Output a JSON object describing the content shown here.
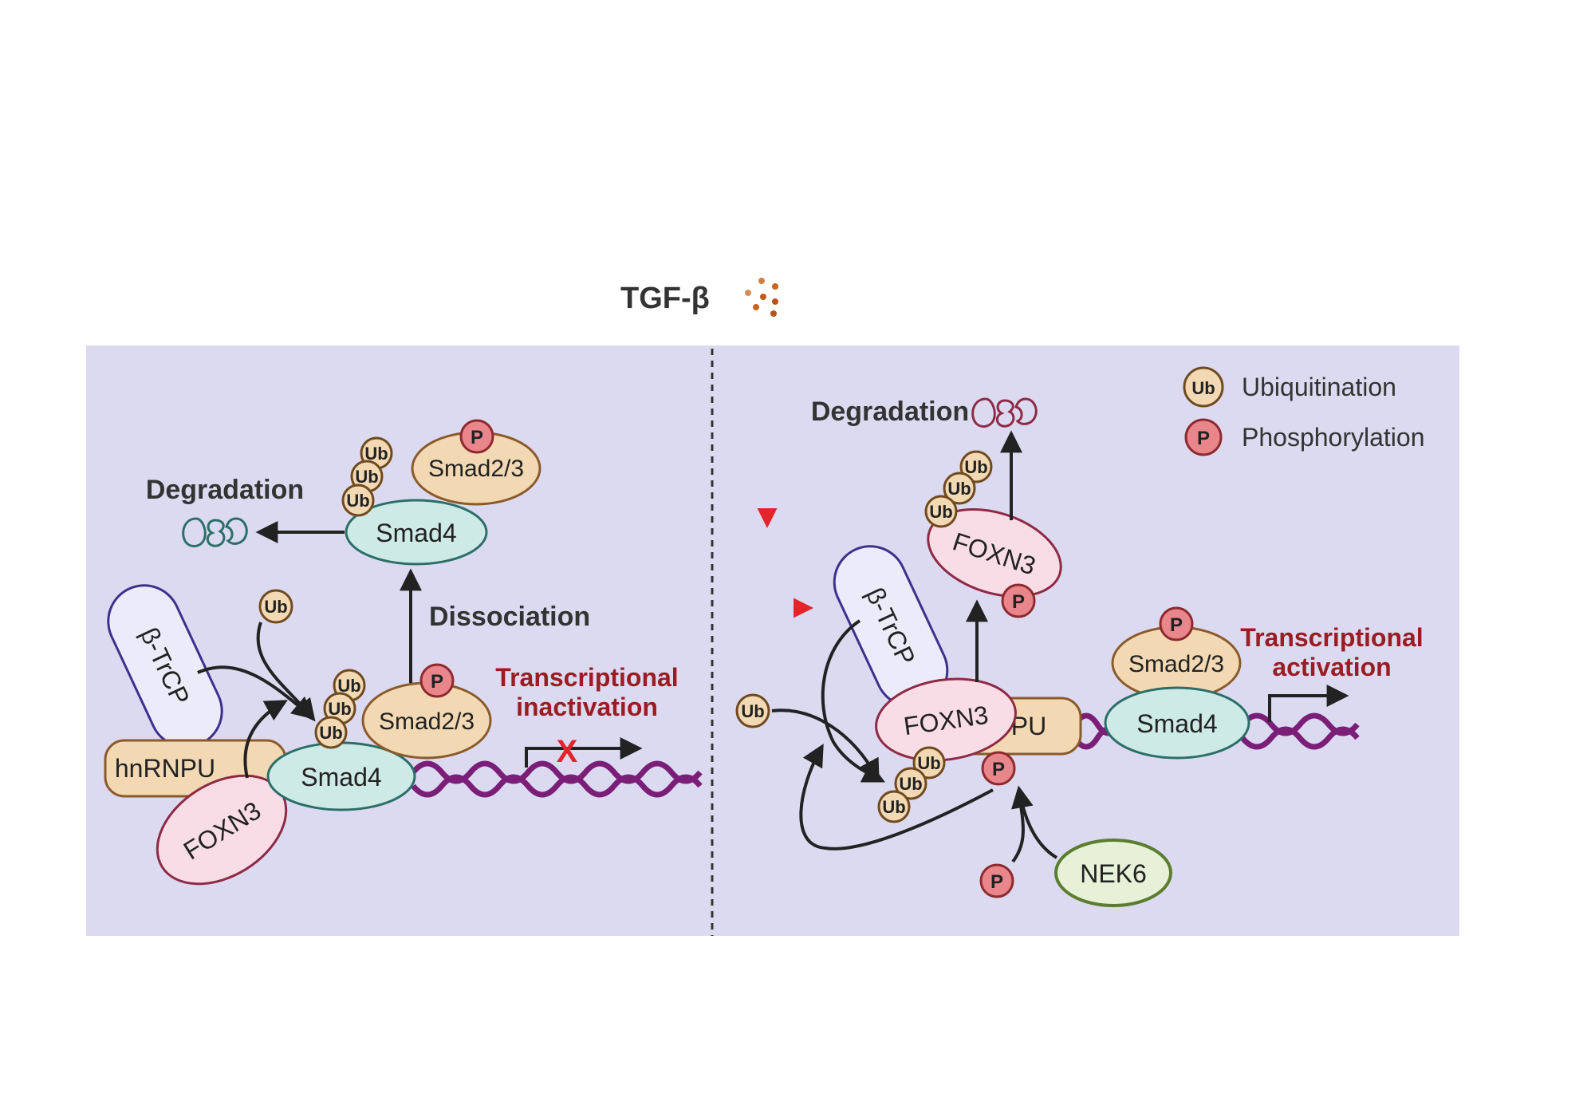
{
  "stimulus": {
    "label": "TGF-β"
  },
  "left_panel": {
    "degradation": "Degradation",
    "dissociation": "Dissociation",
    "transcription": [
      "Transcriptional",
      "inactivation"
    ],
    "smad23": "Smad2/3",
    "smad4_top": "Smad4",
    "smad4_bottom": "Smad4",
    "btrcp": "β-TrCP",
    "hnrnpu": "hnRNPU",
    "foxn3": "FOXN3",
    "ub": "Ub",
    "p": "P",
    "block_mark": "X"
  },
  "right_panel": {
    "degradation": "Degradation",
    "transcription": [
      "Transcriptional",
      "activation"
    ],
    "btrcp": "β-TrCP",
    "foxn3_top": "FOXN3",
    "foxn3_center": "FOXN3",
    "hnrnpu_visible": "PU",
    "smad23": "Smad2/3",
    "smad4": "Smad4",
    "nek6": "NEK6",
    "ub": "Ub",
    "p": "P"
  },
  "legend": [
    {
      "symbol": "Ub",
      "label": "Ubiquitination"
    },
    {
      "symbol": "P",
      "label": "Phosphorylation"
    }
  ],
  "colors": {
    "panel_bg": "#dcdaf0",
    "hnrnpu_fill": "#f2d9b3",
    "hnrnpu_stroke": "#8a5a2b",
    "smad4_fill": "#cdeae6",
    "smad4_stroke": "#2c6f68",
    "smad23_fill": "#f2d9b3",
    "foxn3_fill": "#f8dde6",
    "foxn3_stroke": "#8e2a45",
    "btrcp_fill": "#ecebfa",
    "btrcp_stroke": "#3f2f8c",
    "nek6_fill": "#e6f1d8",
    "nek6_stroke": "#5b7d2f",
    "p_fill": "#e8868c",
    "p_stroke": "#8e2a2e",
    "ub_fill": "#f2d9b3",
    "ub_stroke": "#6f4a1f",
    "dna": "#7a1e78",
    "signal_arrow": "#e3242b",
    "block_mark": "#e3242b",
    "text_red": "#9b1c22"
  }
}
